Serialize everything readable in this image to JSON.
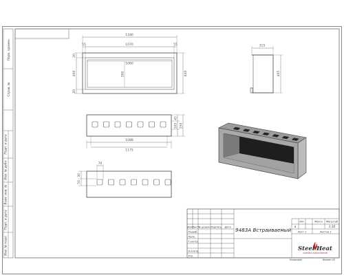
{
  "side_strip": {
    "labels": [
      "Перв. примен.",
      "Справ. №",
      "Подп. и дата",
      "Инв. № дубл.",
      "Взам. инв. №",
      "Подп. и дата",
      "Инв. № подл."
    ]
  },
  "front_view": {
    "overall_width": "1180",
    "outer_width": "1070",
    "flange_left": "55",
    "flange_right": "55",
    "inner_width": "1060",
    "inner_height": "390",
    "overall_height": "400",
    "side_height": "440",
    "flange_top": "20",
    "flange_bottom": "20"
  },
  "side_view": {
    "depth": "315",
    "height": "405"
  },
  "top_view": {
    "total_width": "1175",
    "inner_width": "1088",
    "dim_a": "45",
    "dim_b": "105",
    "dim_c": "150"
  },
  "detail_view": {
    "hole_size": "70",
    "vert_a": "30",
    "vert_b": "50"
  },
  "title_block": {
    "title": "9483A Встраиваемый",
    "col_labels": [
      "Изм",
      "Лист",
      "№ докум.",
      "Подпись",
      "Дата"
    ],
    "row_labels": [
      "Разраб.",
      "Пров.",
      "Т.контр.",
      "Н.контр.",
      "Утв."
    ],
    "lit_label": "Лит.",
    "mass_label": "Масса",
    "scale_label": "Масштаб",
    "lit_value": "a",
    "scale_value": "1:10",
    "sheet_label": "Лист 1",
    "sheets_label": "Листов 1",
    "brand_name": "Steel Heat",
    "brand_tagline": "ФАБРИКА БИОКАМИНОВ",
    "copied_label": "Копировал",
    "format_label": "Формат А3"
  },
  "colors": {
    "line": "#5a5a5a",
    "light_line": "#8a8a8a",
    "box_fill": "#a9a9a9",
    "box_dark": "#222222",
    "brand_red": "#c62828"
  }
}
